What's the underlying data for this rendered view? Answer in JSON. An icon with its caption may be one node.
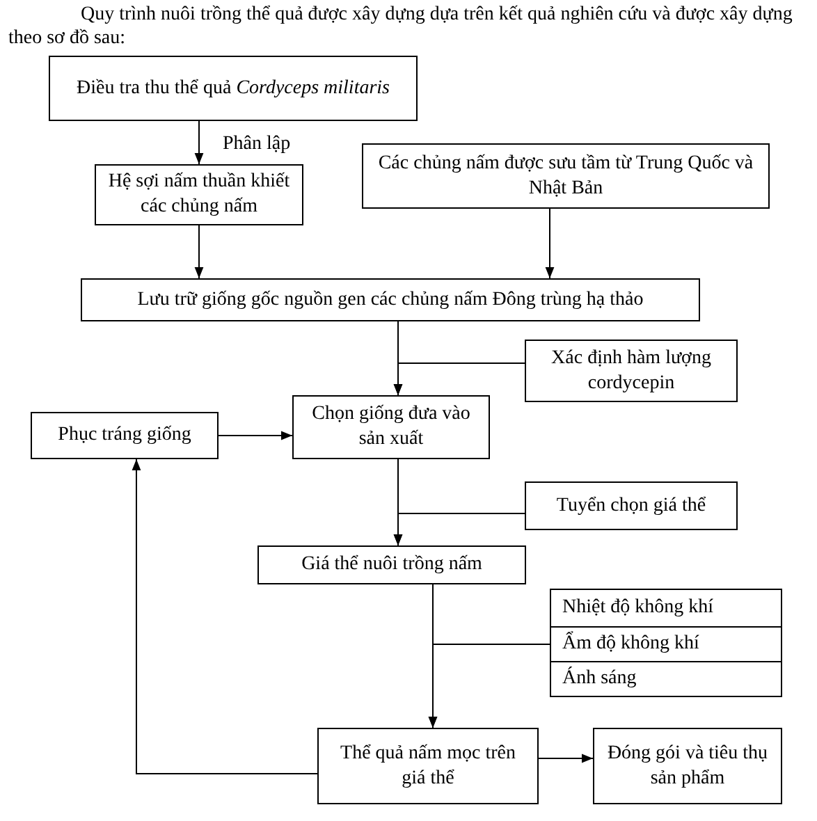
{
  "diagram": {
    "title": "Quy trình nuôi trồng thể quả được xây dựng dựa trên kết quả nghiên cứu và được xây dựng theo sơ đồ sau:",
    "nodes": [
      {
        "text": [
          "Điều tra thu thể quả *Cordyceps militaris*"
        ]
      },
      {
        "text": [
          "Hệ sợi nấm thuần khiết các chủng nấm"
        ]
      },
      {
        "text": [
          "Các chủng nấm được sưu tầm từ Trung Quốc và Nhật Bản"
        ]
      },
      {
        "text": [
          "Lưu trữ giống gốc nguồn gen các chủng nấm Đông trùng hạ thảo"
        ]
      },
      {
        "text": [
          "Xác định hàm lượng cordycepin"
        ]
      },
      {
        "text": [
          "Phục tráng giống"
        ]
      },
      {
        "text": [
          "Chọn giống đưa vào sản xuất"
        ]
      },
      {
        "text": [
          "Tuyển chọn giá thể"
        ]
      },
      {
        "text": [
          "Giá thể nuôi trồng nấm"
        ]
      },
      {
        "text": [
          "Nhiệt độ không khí"
        ]
      },
      {
        "text": [
          "Ẩm độ không khí"
        ]
      },
      {
        "text": [
          "Ánh sáng"
        ]
      },
      {
        "text": [
          "Thể quả nấm mọc trên giá thể"
        ]
      },
      {
        "text": [
          "Đóng gói và tiêu thụ sản phẩm"
        ]
      }
    ],
    "edges": [
      {
        "from": 0,
        "to": 1,
        "arrow": "to",
        "label": "Phân lập"
      },
      {
        "from": 1,
        "to": 3,
        "arrow": "to"
      },
      {
        "from": 2,
        "to": 3,
        "arrow": "to"
      },
      {
        "from": 3,
        "to": 6,
        "arrow": "to"
      },
      {
        "from": 4,
        "to": 6,
        "arrow": "to"
      },
      {
        "from": 6,
        "to": 8,
        "arrow": "to"
      },
      {
        "from": 7,
        "to": 8,
        "arrow": "to"
      },
      {
        "from": 8,
        "to": 12,
        "arrow": "to"
      },
      {
        "from": 10,
        "to": 12,
        "arrow": "to"
      },
      {
        "from": 12,
        "to": 5,
        "arrow": "to"
      },
      {
        "from": 5,
        "to": 6,
        "arrow": "to"
      },
      {
        "from": 12,
        "to": 13,
        "arrow": "to"
      }
    ]
  }
}
